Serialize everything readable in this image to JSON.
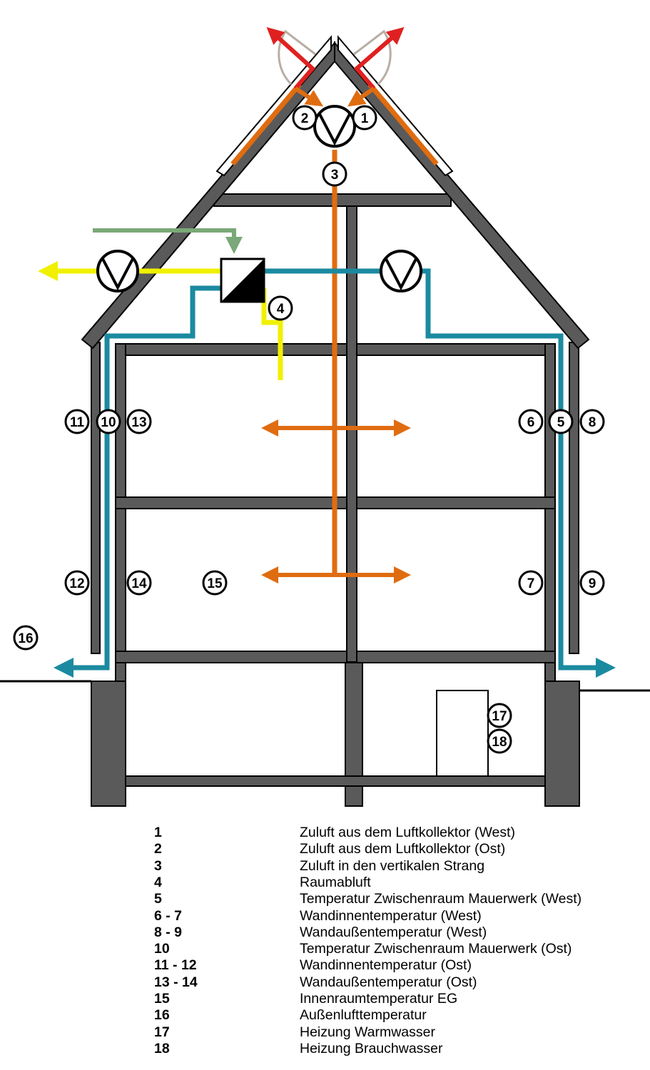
{
  "markers": [
    {
      "id": "m1",
      "label": "1"
    },
    {
      "id": "m2",
      "label": "2"
    },
    {
      "id": "m3",
      "label": "3"
    },
    {
      "id": "m4",
      "label": "4"
    },
    {
      "id": "m5",
      "label": "5"
    },
    {
      "id": "m6",
      "label": "6"
    },
    {
      "id": "m7",
      "label": "7"
    },
    {
      "id": "m8",
      "label": "8"
    },
    {
      "id": "m9",
      "label": "9"
    },
    {
      "id": "m10",
      "label": "10"
    },
    {
      "id": "m11",
      "label": "11"
    },
    {
      "id": "m12",
      "label": "12"
    },
    {
      "id": "m13",
      "label": "13"
    },
    {
      "id": "m14",
      "label": "14"
    },
    {
      "id": "m15",
      "label": "15"
    },
    {
      "id": "m16",
      "label": "16"
    },
    {
      "id": "m17",
      "label": "17"
    },
    {
      "id": "m18",
      "label": "18"
    }
  ],
  "legend": [
    {
      "number": "1",
      "text": "Zuluft aus dem Luftkollektor (West)"
    },
    {
      "number": "2",
      "text": "Zuluft aus dem Luftkollektor (Ost)"
    },
    {
      "number": "3",
      "text": "Zuluft in den vertikalen Strang"
    },
    {
      "number": "4",
      "text": "Raumabluft"
    },
    {
      "number": "5",
      "text": "Temperatur Zwischenraum Mauerwerk (West)"
    },
    {
      "number": "6 - 7",
      "text": "Wandinnentemperatur (West)"
    },
    {
      "number": "8 - 9",
      "text": "Wandaußentemperatur (West)"
    },
    {
      "number": "10",
      "text": "Temperatur Zwischenraum Mauerwerk (Ost)"
    },
    {
      "number": "11 - 12",
      "text": "Wandinnentemperatur (Ost)"
    },
    {
      "number": "13 - 14",
      "text": "Wandaußentemperatur (Ost)"
    },
    {
      "number": "15",
      "text": "Innenraumtemperatur EG"
    },
    {
      "number": "16",
      "text": "Außenlufttemperatur"
    },
    {
      "number": "17",
      "text": "Heizung Warmwasser"
    },
    {
      "number": "18",
      "text": "Heizung Brauchwasser"
    }
  ],
  "colors": {
    "wall": "#5a5a5a",
    "supply_orange": "#e06c10",
    "exhaust_red": "#e02020",
    "duct_teal": "#1b8aa0",
    "exhaust_yellow": "#f0f000",
    "fresh_green": "#7aa878",
    "collector_sash": "#b8aea4"
  }
}
